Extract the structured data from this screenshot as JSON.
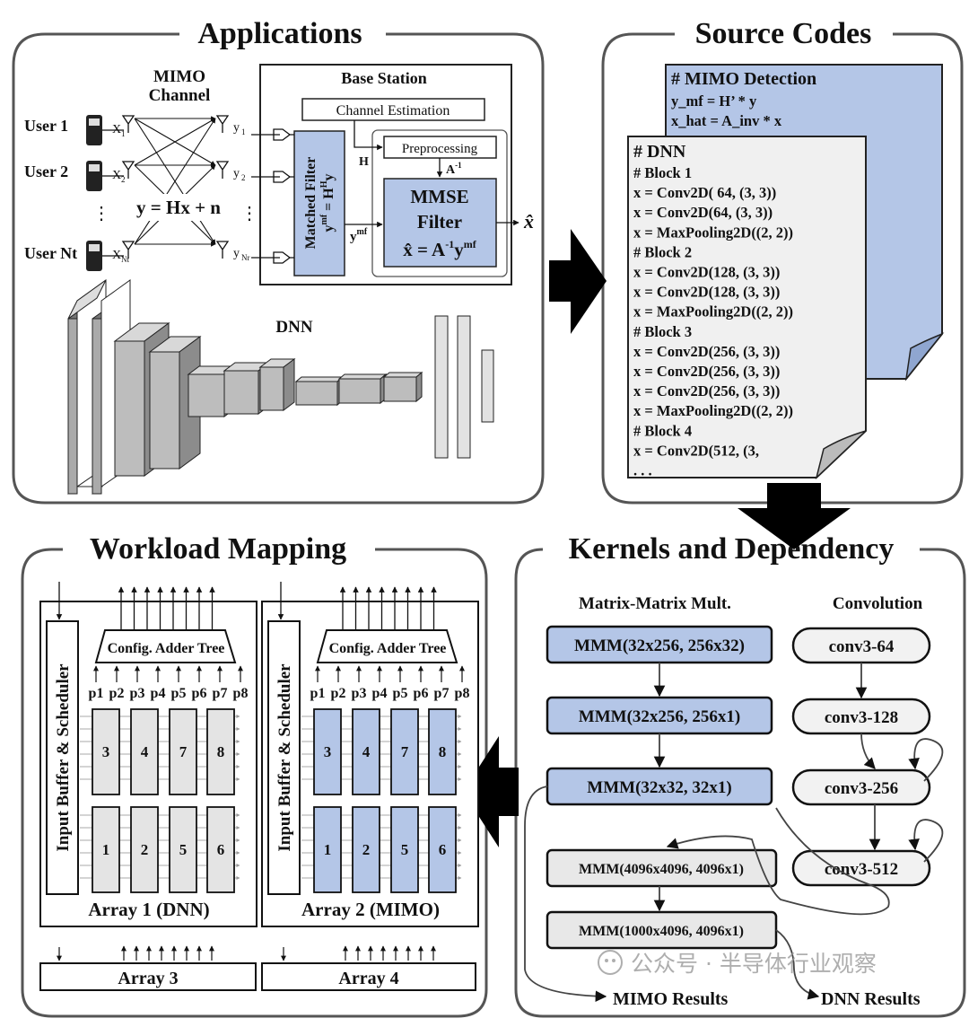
{
  "panels": {
    "applications": "Applications",
    "source_codes": "Source Codes",
    "workload_mapping": "Workload Mapping",
    "kernels": "Kernels and Dependency"
  },
  "mimo": {
    "channel_title": "MIMO",
    "channel_title2": "Channel",
    "users": [
      "User 1",
      "User 2",
      "User Nt"
    ],
    "tx_labels": [
      "X",
      "X",
      "X"
    ],
    "tx_subs": [
      "1",
      "2",
      "Nt"
    ],
    "rx_labels": [
      "y",
      "y",
      "y"
    ],
    "rx_subs": [
      "1",
      "2",
      "Nr"
    ],
    "equation": "y = Hx + n",
    "dots": "⋮",
    "base_station": "Base Station",
    "channel_estimation": "Channel Estimation",
    "preprocessing": "Preprocessing",
    "h_label": "H",
    "a_inv_label": "A",
    "a_inv_sup": "-1",
    "matched_filter": "Matched Filter",
    "matched_eq": "y",
    "matched_eq_sup": "mf",
    "matched_eq_rhs": " = H",
    "matched_eq_rhs_sup": "H",
    "matched_eq_tail": "y",
    "ymf": "y",
    "ymf_sup": "mf",
    "mmse1": "MMSE",
    "mmse2": "Filter",
    "mmse_eq_lhs": "x̂ = A",
    "mmse_eq_sup1": "-1",
    "mmse_eq_mid": "y",
    "mmse_eq_sup2": "mf",
    "xhat": "x̂"
  },
  "dnn": {
    "label": "DNN"
  },
  "source": {
    "back_title": "# MIMO Detection",
    "back_lines": [
      "y_mf = H’ * y",
      "x_hat = A_inv * x"
    ],
    "front_title": "# DNN",
    "front_lines": [
      "# Block 1",
      "x = Conv2D( 64, (3, 3))",
      "x = Conv2D(64, (3, 3))",
      "x = MaxPooling2D((2, 2))",
      "# Block 2",
      "x = Conv2D(128, (3, 3))",
      "x = Conv2D(128, (3, 3))",
      "x = MaxPooling2D((2, 2))",
      "# Block 3",
      "x = Conv2D(256, (3, 3))",
      "x = Conv2D(256, (3, 3))",
      "x = Conv2D(256, (3, 3))",
      "x = MaxPooling2D((2, 2))",
      "# Block 4",
      "x = Conv2D(512, (3,",
      ". . ."
    ]
  },
  "kernels": {
    "mm_header": "Matrix-Matrix Mult.",
    "conv_header": "Convolution",
    "mm_nodes": [
      "MMM(32x256, 256x32)",
      "MMM(32x256, 256x1)",
      "MMM(32x32, 32x1)",
      "MMM(4096x4096, 4096x1)",
      "MMM(1000x4096, 4096x1)"
    ],
    "conv_nodes": [
      "conv3-64",
      "conv3-128",
      "conv3-256",
      "conv3-512"
    ],
    "mimo_results": "MIMO Results",
    "dnn_results": "DNN Results"
  },
  "workload": {
    "adder_tree": "Config. Adder Tree",
    "scheduler": "Input Buffer & Scheduler",
    "ports": [
      "p1",
      "p2",
      "p3",
      "p4",
      "p5",
      "p6",
      "p7",
      "p8"
    ],
    "pe_top": [
      "3",
      "4",
      "7",
      "8"
    ],
    "pe_bottom": [
      "1",
      "2",
      "5",
      "6"
    ],
    "array1": "Array 1 (DNN)",
    "array2": "Array 2 (MIMO)",
    "array3": "Array 3",
    "array4": "Array 4"
  },
  "colors": {
    "blue": "#b4c6e7",
    "gray": "#e4e4e4",
    "dark_gray": "#9a9a9a"
  },
  "watermark": "公众号 · 半导体行业观察"
}
